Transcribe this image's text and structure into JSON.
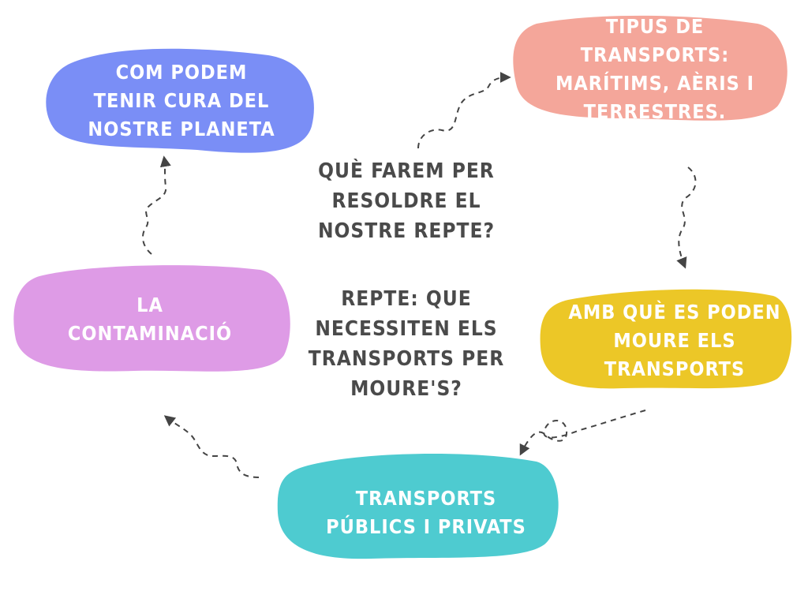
{
  "nodes": {
    "planet": {
      "lines": [
        "Com podem",
        "tenir cura del",
        "nostre planeta"
      ],
      "color": "#7a8ef6"
    },
    "types": {
      "lines": [
        "Tipus de transports:",
        "Marítims, aèris i",
        "terrestres."
      ],
      "color": "#f4a69a"
    },
    "energy": {
      "lines": [
        "Amb què es poden",
        "moure els",
        "transports"
      ],
      "color": "#ecc727"
    },
    "public": {
      "lines": [
        "Transports",
        "públics i privats"
      ],
      "color": "#4ecbd0"
    },
    "pollution": {
      "lines": [
        "La",
        "contaminació"
      ],
      "color": "#de9be6"
    }
  },
  "center": {
    "question": [
      "Què farem per",
      "resoldre el",
      "nostre repte?"
    ],
    "challenge": [
      "Repte: que",
      "necessiten els",
      "transports per",
      "moure's?"
    ]
  },
  "arrow_color": "#444444"
}
